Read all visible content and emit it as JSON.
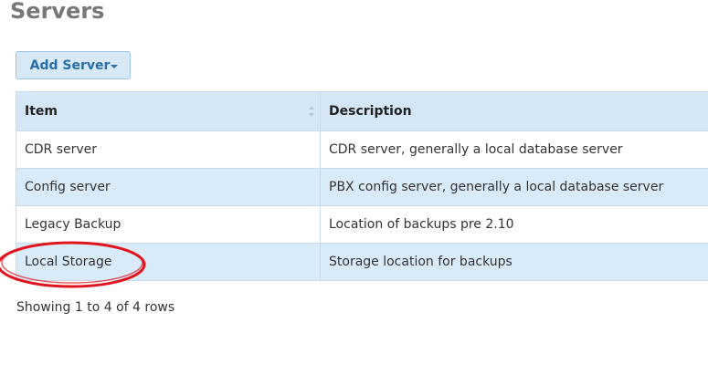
{
  "page": {
    "title": "Servers"
  },
  "toolbar": {
    "add_server_label": "Add Server"
  },
  "table": {
    "columns": [
      "Item",
      "Description"
    ],
    "rows": [
      {
        "item": "CDR server",
        "description": "CDR server, generally a local database server"
      },
      {
        "item": "Config server",
        "description": "PBX config server, generally a local database server"
      },
      {
        "item": "Legacy Backup",
        "description": "Location of backups pre 2.10"
      },
      {
        "item": "Local Storage",
        "description": "Storage location for backups"
      }
    ]
  },
  "pagination": {
    "info": "Showing 1 to 4 of 4 rows"
  },
  "colors": {
    "title": "#777777",
    "button_bg": "#d7e9f7",
    "button_text": "#2a6ea6",
    "header_bg": "#d5e7f6",
    "stripe_bg": "#d9eaf8",
    "annotation_red": "#e0141e"
  },
  "icons": {
    "sort": "sort-icon",
    "dropdown": "caret-down-icon"
  }
}
